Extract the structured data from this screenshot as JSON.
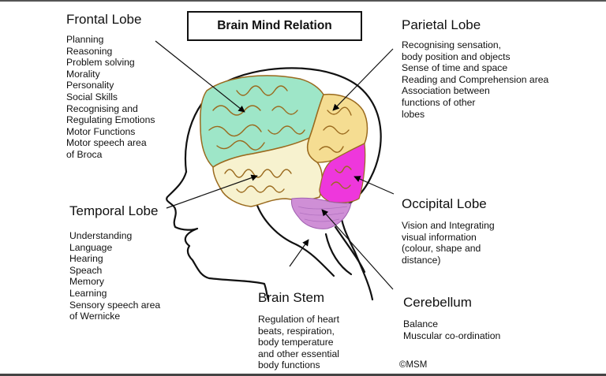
{
  "title": "Brain Mind Relation",
  "credit": "©MSM",
  "colors": {
    "frontal": "#9ee6c8",
    "parietal": "#f5dd92",
    "temporal": "#f7f2cf",
    "occipital": "#ee37dc",
    "cerebellum": "#cf8fd6",
    "gyri_outline": "#9a6a1e"
  },
  "regions": {
    "frontal": {
      "heading": "Frontal Lobe",
      "items": [
        "Planning",
        "Reasoning",
        "Problem solving",
        "Morality",
        "Personality",
        "Social Skills",
        "Recognising and",
        "Regulating Emotions",
        "Motor Functions",
        "Motor speech area",
        "of Broca"
      ]
    },
    "parietal": {
      "heading": "Parietal Lobe",
      "items": [
        "Recognising sensation,",
        "body position and objects",
        "Sense of time and space",
        "Reading and Comprehension area",
        "Association between",
        "functions of other",
        "lobes"
      ]
    },
    "temporal": {
      "heading": "Temporal Lobe",
      "items": [
        "Understanding",
        "Language",
        "Hearing",
        "Speach",
        "Memory",
        "Learning",
        "Sensory speech area",
        "of Wernicke"
      ]
    },
    "occipital": {
      "heading": "Occipital Lobe",
      "items": [
        "Vision and Integrating",
        "visual information",
        "(colour, shape and",
        "distance)"
      ]
    },
    "brainstem": {
      "heading": "Brain Stem",
      "items": [
        "Regulation of heart",
        "beats, respiration,",
        "body temperature",
        "and other essential",
        "body functions"
      ]
    },
    "cerebellum": {
      "heading": "Cerebellum",
      "items": [
        "Balance",
        "Muscular co-ordination"
      ]
    }
  }
}
